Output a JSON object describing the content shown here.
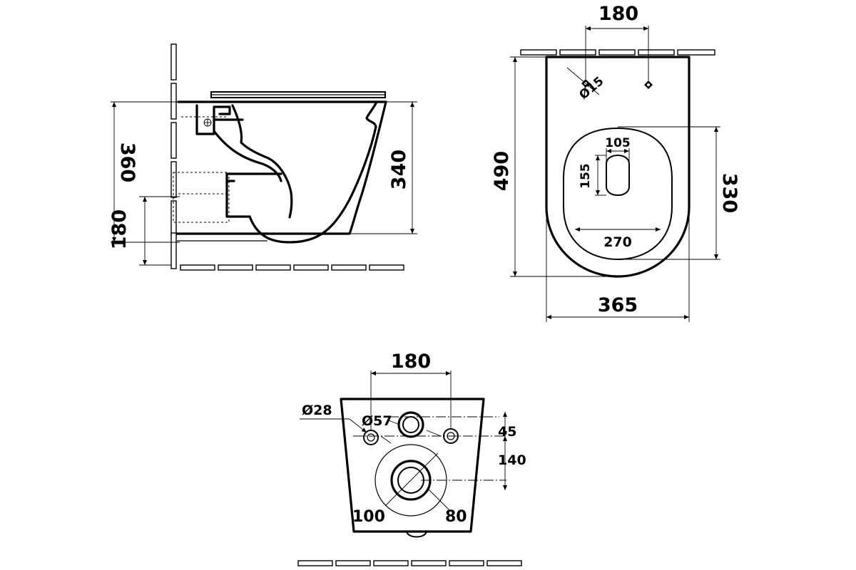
{
  "side_view": {
    "dim_total_height": "360",
    "dim_outlet_height": "180",
    "dim_bowl_height": "340"
  },
  "top_view": {
    "dim_fixing_spacing": "180",
    "dim_fixing_hole": "Ø15",
    "dim_depth": "490",
    "dim_width": "365",
    "dim_bowl_length": "330",
    "dim_bowl_width": "270",
    "dim_outlet_width": "105",
    "dim_outlet_length": "155"
  },
  "back_view": {
    "dim_bolt_spacing": "180",
    "dim_bolt_hole": "Ø28",
    "dim_inlet_hole": "Ø57",
    "dim_offset_small": "45",
    "dim_offset_large": "140",
    "dim_outlet_outer": "100",
    "dim_outlet_inner": "80"
  }
}
